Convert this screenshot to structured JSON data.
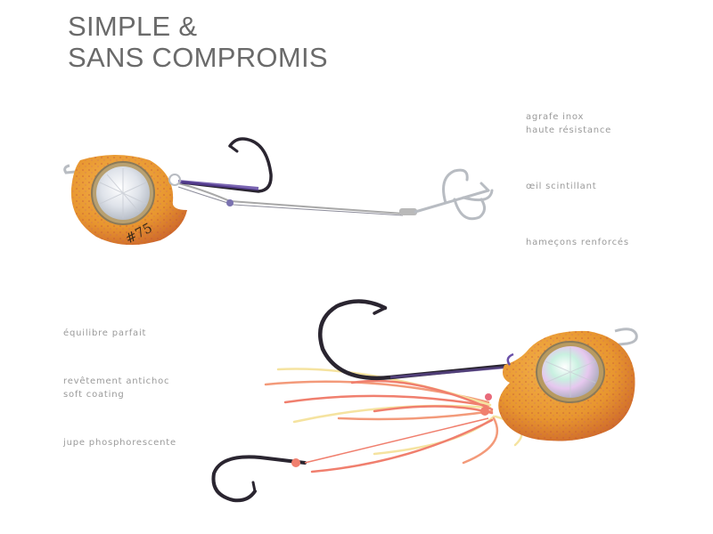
{
  "title": {
    "line1": "SIMPLE &",
    "line2": "SANS COMPROMIS"
  },
  "features_right": [
    {
      "line1": "agrafe inox",
      "line2": "haute résistance"
    },
    {
      "line1": "œil scintillant"
    },
    {
      "line1": "hameçons renforcés"
    }
  ],
  "features_left": [
    {
      "line1": "équilibre parfait"
    },
    {
      "line1": "revêtement antichoc",
      "line2": "soft coating"
    },
    {
      "line1": "jupe phosphorescente"
    }
  ],
  "product": {
    "marking": "#75",
    "body_color": "#e8962f",
    "body_shade": "#d06a2a",
    "hook_color": "#2a2530",
    "skirt_colors": [
      "#f39a7a",
      "#f5e3a0",
      "#f07f6e"
    ]
  }
}
